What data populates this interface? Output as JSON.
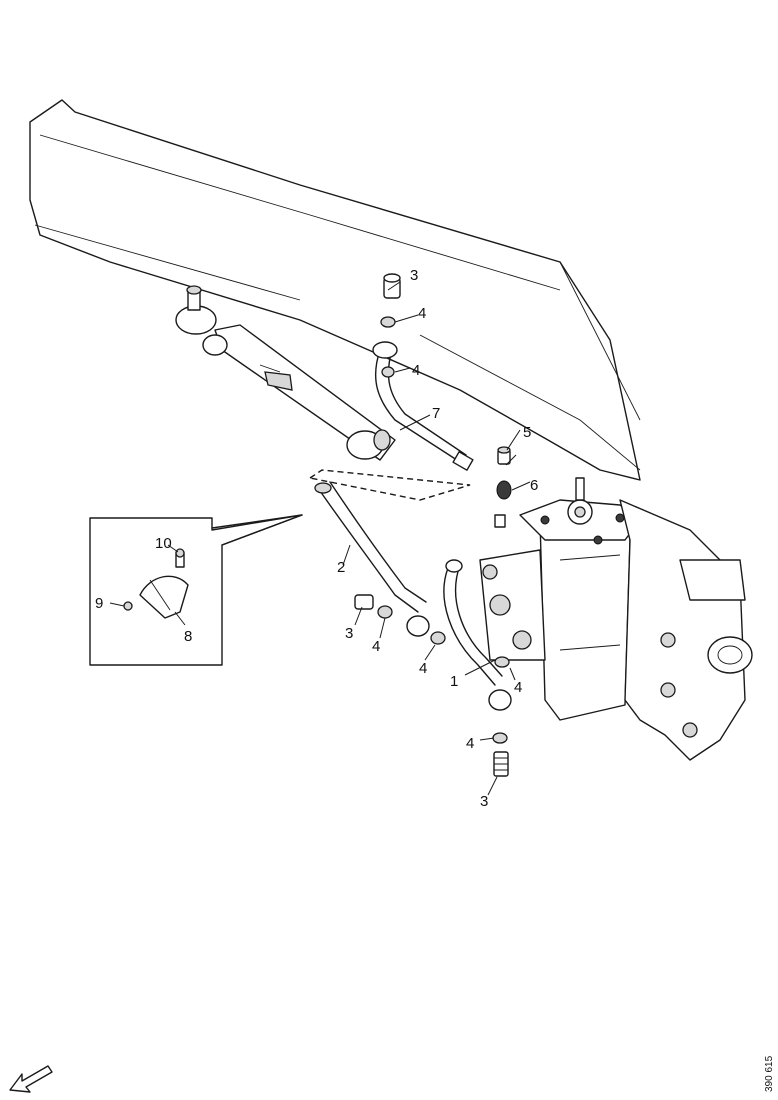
{
  "callouts": {
    "c1": "1",
    "c2": "2",
    "c3a": "3",
    "c3b": "3",
    "c3c": "3",
    "c4a": "4",
    "c4b": "4",
    "c4c": "4",
    "c4d": "4",
    "c4e": "4",
    "c4f": "4",
    "c5": "5",
    "c6": "6",
    "c7": "7",
    "detail_8": "8",
    "detail_9": "9",
    "detail_10": "10"
  },
  "reference_code": "390 615",
  "icons": {
    "direction": "arrow-icon"
  }
}
